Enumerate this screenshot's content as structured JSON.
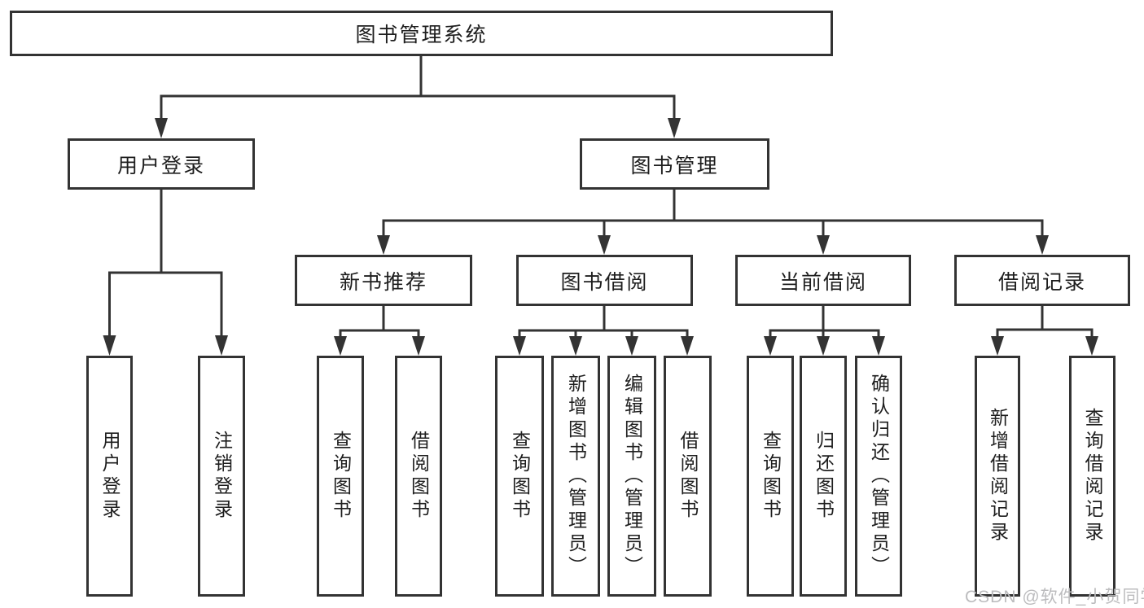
{
  "root": {
    "label": "图书管理系统"
  },
  "level2": [
    {
      "label": "用户登录",
      "children": [
        {
          "label": "用户登录"
        },
        {
          "label": "注销登录"
        }
      ]
    },
    {
      "label": "图书管理"
    }
  ],
  "level3": [
    {
      "label": "新书推荐",
      "children": [
        {
          "label": "查询图书"
        },
        {
          "label": "借阅图书"
        }
      ]
    },
    {
      "label": "图书借阅",
      "children": [
        {
          "label": "查询图书"
        },
        {
          "label": "新增图书（管理员）"
        },
        {
          "label": "编辑图书（管理员）"
        },
        {
          "label": "借阅图书"
        }
      ]
    },
    {
      "label": "当前借阅",
      "children": [
        {
          "label": "查询图书"
        },
        {
          "label": "归还图书"
        },
        {
          "label": "确认归还（管理员）"
        }
      ]
    },
    {
      "label": "借阅记录",
      "children": [
        {
          "label": "新增借阅记录"
        },
        {
          "label": "查询借阅记录"
        }
      ]
    }
  ],
  "watermark": {
    "text": "CSDN @软件_小贺同学"
  },
  "colors": {
    "line": "#333333",
    "text": "#1e1e1e",
    "background": "#ffffff",
    "watermark": "#bcbcbe"
  }
}
